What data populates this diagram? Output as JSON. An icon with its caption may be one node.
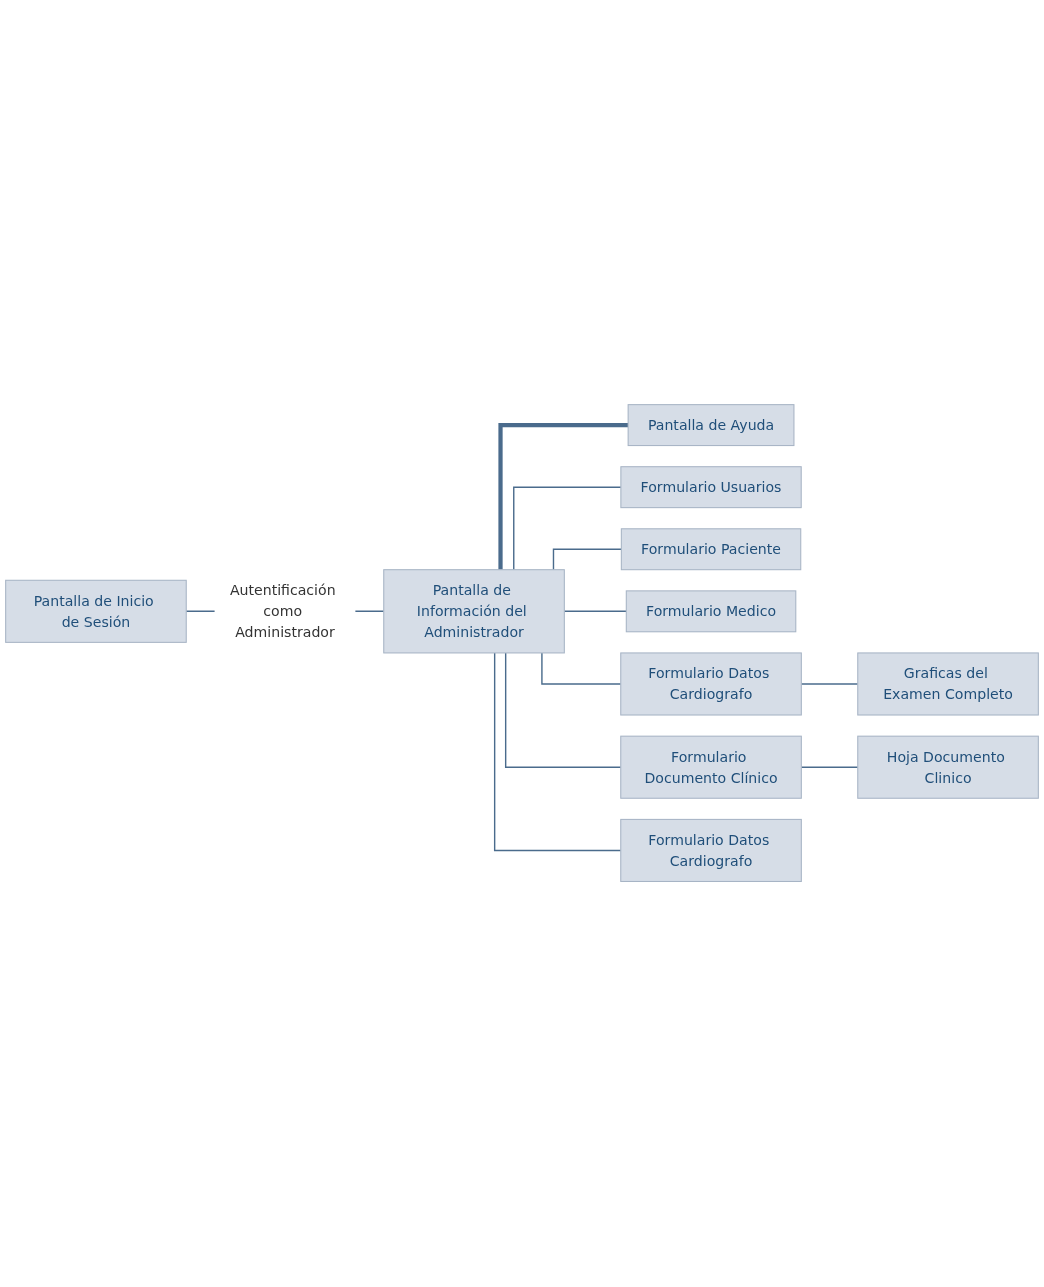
{
  "diagram": {
    "nodes": [
      {
        "text": [
          "Pantalla de Inicio de Sesión"
        ]
      },
      {
        "text": [
          "Pantalla de Información del Administrador"
        ]
      },
      {
        "text": [
          "Pantalla de Ayuda"
        ]
      },
      {
        "text": [
          "Formulario Usuarios"
        ]
      },
      {
        "text": [
          "Formulario Paciente"
        ]
      },
      {
        "text": [
          "Formulario Medico"
        ]
      },
      {
        "text": [
          "Formulario Datos Cardiografo"
        ]
      },
      {
        "text": [
          "Graficas del Examen Completo"
        ]
      },
      {
        "text": [
          "Formulario Documento Clínico"
        ]
      },
      {
        "text": [
          "Hoja Documento Clinico"
        ]
      },
      {
        "text": [
          "Formulario Datos Cardiografo"
        ]
      }
    ],
    "edges": [
      {
        "from": 0,
        "to": 1,
        "arrow": "none",
        "label": "Autentificación como Administrador"
      },
      {
        "from": 1,
        "to": 2,
        "arrow": "none",
        "style": "thick"
      },
      {
        "from": 1,
        "to": 3,
        "arrow": "none"
      },
      {
        "from": 1,
        "to": 4,
        "arrow": "none"
      },
      {
        "from": 1,
        "to": 5,
        "arrow": "none"
      },
      {
        "from": 1,
        "to": 6,
        "arrow": "none"
      },
      {
        "from": 6,
        "to": 7,
        "arrow": "none"
      },
      {
        "from": 1,
        "to": 8,
        "arrow": "none"
      },
      {
        "from": 8,
        "to": 9,
        "arrow": "none"
      },
      {
        "from": 1,
        "to": 10,
        "arrow": "none"
      }
    ]
  }
}
